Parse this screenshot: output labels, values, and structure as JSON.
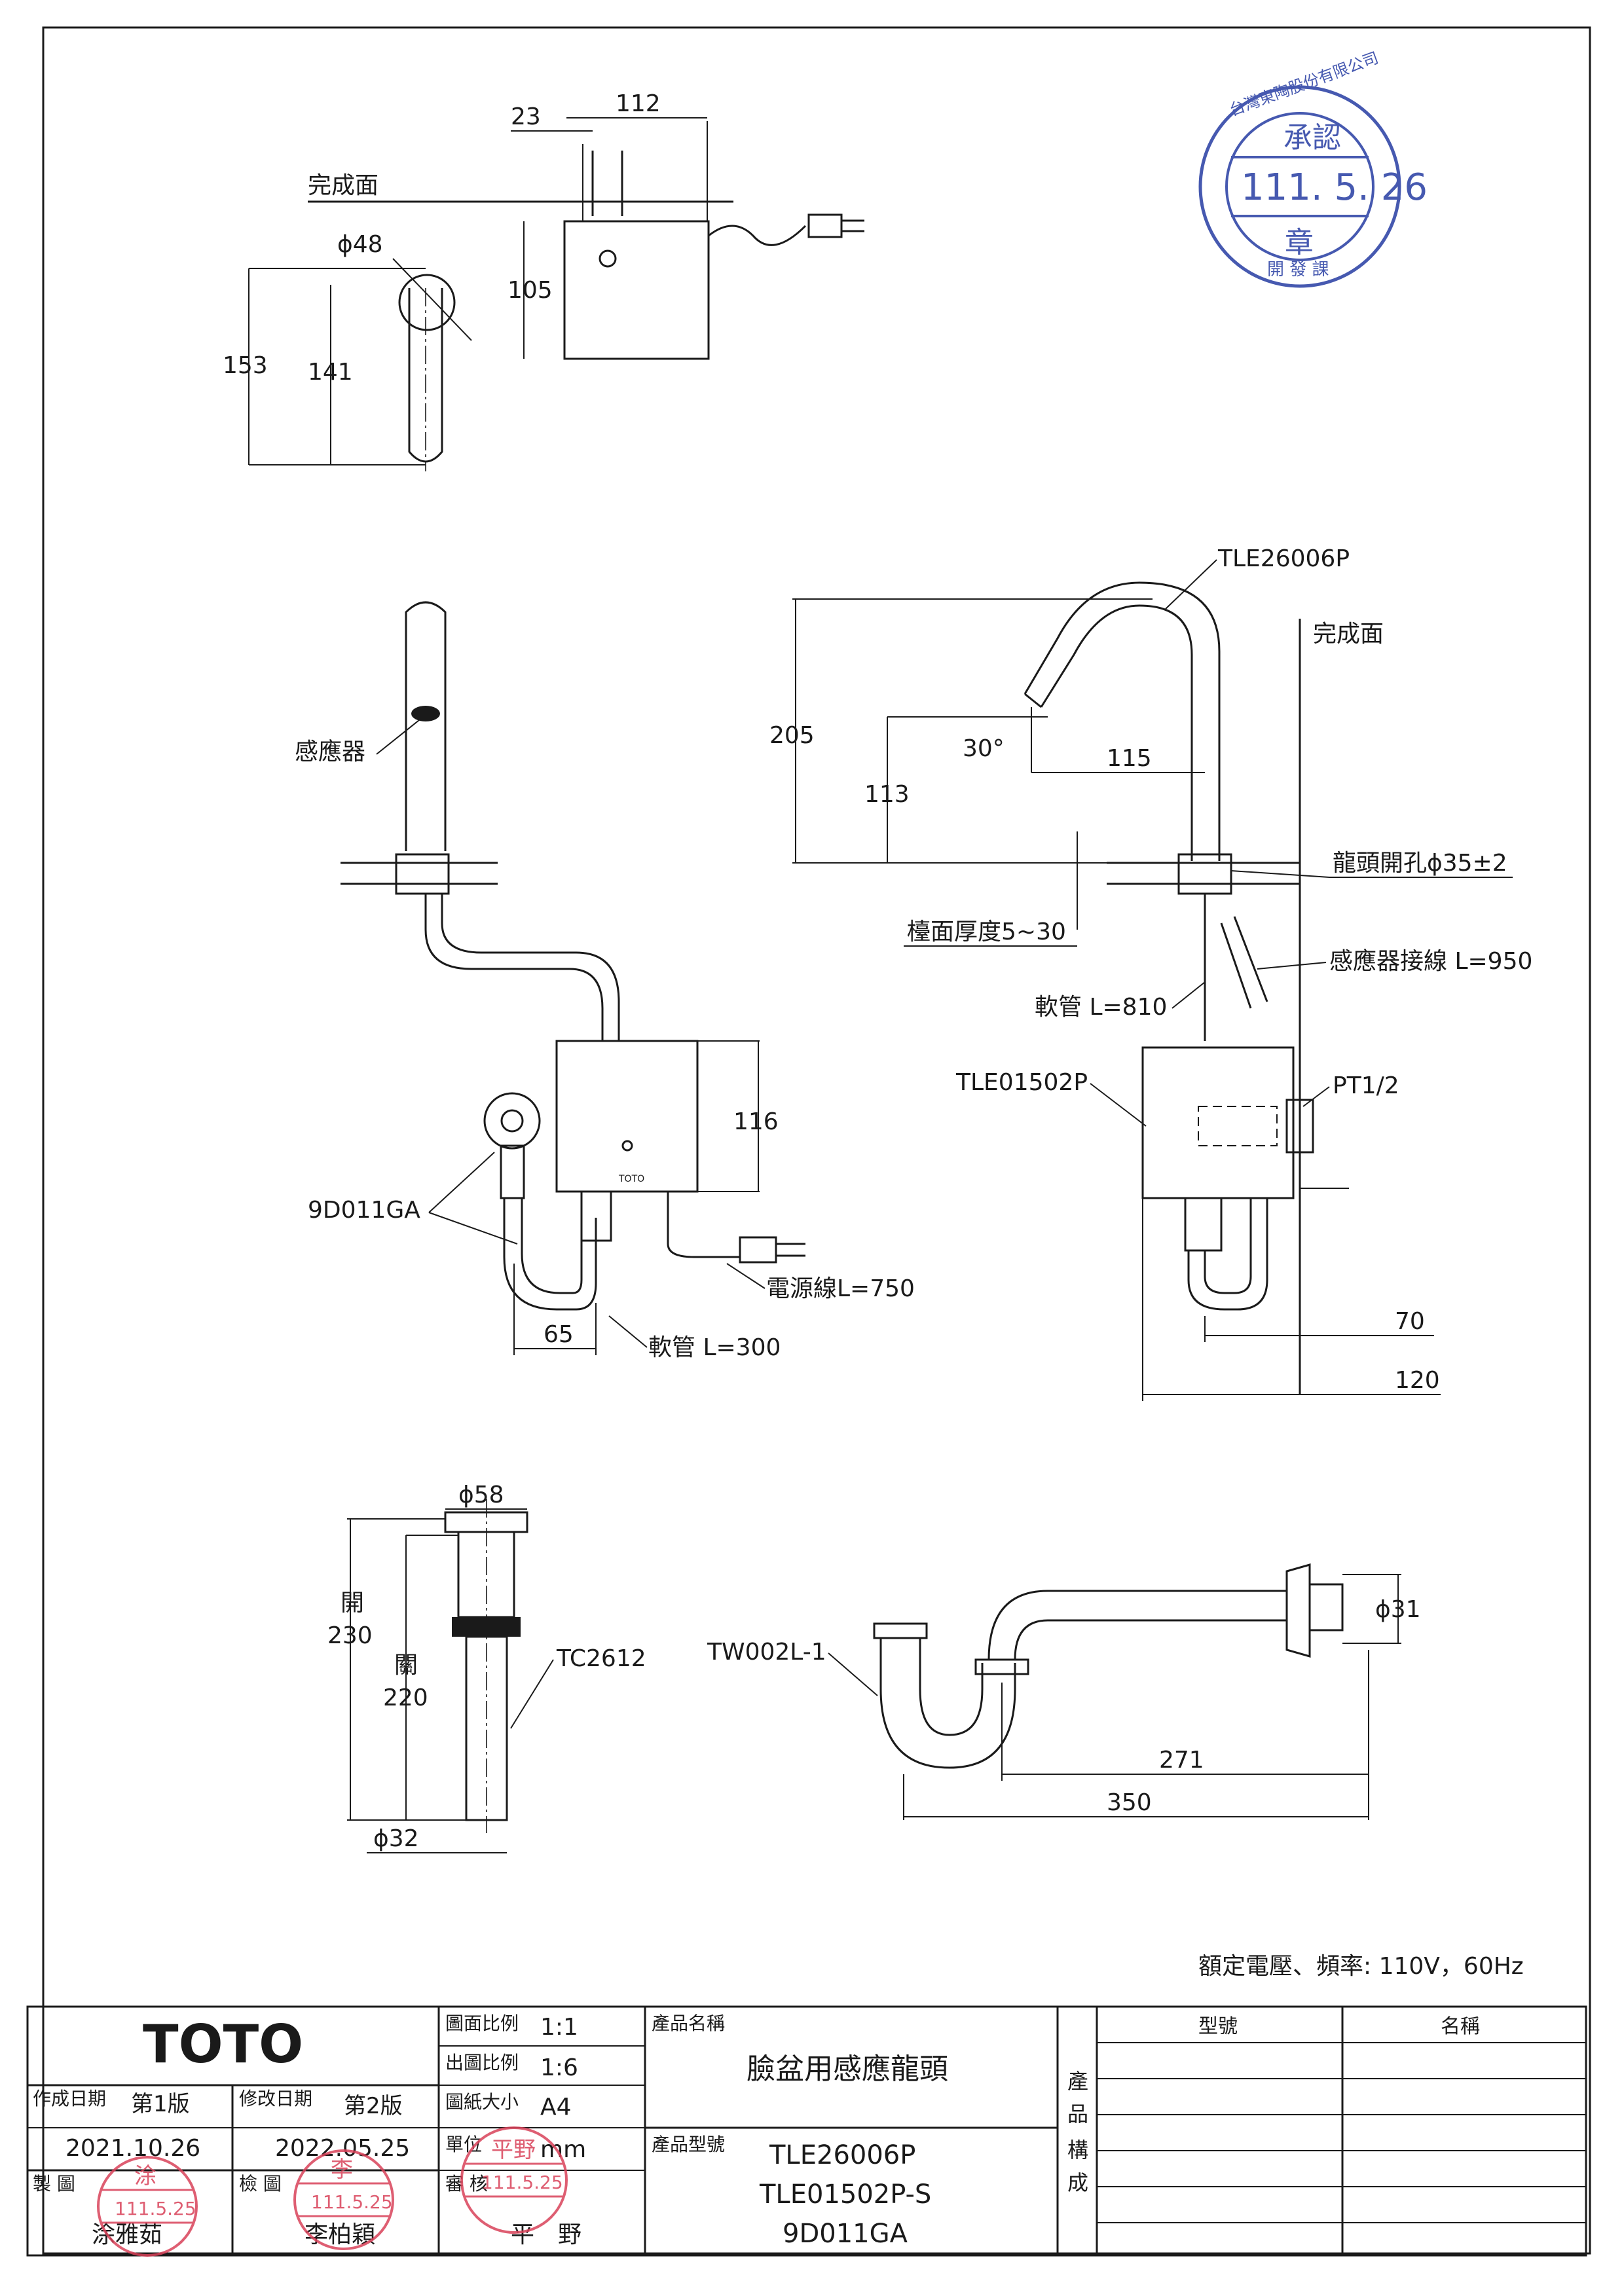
{
  "colors": {
    "ink": "#1a1a1a",
    "stamp_red": "#d9435a",
    "stamp_blue": "#3348a8"
  },
  "top_view": {
    "dim_23": "23",
    "dim_112": "112",
    "dim_105": "105",
    "dim_phi48": "ϕ48",
    "dim_153": "153",
    "dim_141": "141",
    "finish_surface": "完成面"
  },
  "front_view": {
    "sensor_label": "感應器",
    "dim_116": "116",
    "dim_65": "65",
    "part_9d011ga": "9D011GA",
    "power_cord": "電源線L=750",
    "hose_300": "軟管 L=300",
    "box_brand": "TOTO"
  },
  "side_view": {
    "part_tle26006p": "TLE26006P",
    "finish_surface": "完成面",
    "dim_205": "205",
    "dim_30deg": "30°",
    "dim_115": "115",
    "dim_113": "113",
    "hole": "龍頭開孔ϕ35±2",
    "counter_thickness": "檯面厚度5~30",
    "sensor_cable": "感應器接線 L=950",
    "hose_810": "軟管 L=810",
    "part_tle01502p": "TLE01502P",
    "pt": "PT1/2",
    "dim_70": "70",
    "dim_120": "120"
  },
  "drain": {
    "dim_phi58": "ϕ58",
    "open_label": "開",
    "dim_230": "230",
    "close_label": "關",
    "dim_220": "220",
    "part_tc2612": "TC2612",
    "dim_phi32": "ϕ32"
  },
  "trap": {
    "part_tw002l": "TW002L-1",
    "dim_phi31": "ϕ31",
    "dim_271": "271",
    "dim_350": "350"
  },
  "rating": "額定電壓、頻率: 110V，60Hz",
  "title_block": {
    "brand": "TOTO",
    "scale_label": "圖面比例",
    "scale_value": "1:1",
    "print_scale_label": "出圖比例",
    "print_scale_value": "1:6",
    "paper_label": "圖紙大小",
    "paper_value": "A4",
    "unit_label": "單位",
    "unit_value": "mm",
    "review_label": "審 核",
    "reviewer": "平　野",
    "created_label": "作成日期",
    "created_version": "第1版",
    "created_date": "2021.10.26",
    "revised_label": "修改日期",
    "revised_version": "第2版",
    "revised_date": "2022.05.25",
    "drawn_label": "製 圖",
    "drawn_by": "涂雅茹",
    "checked_label": "檢 圖",
    "checked_by": "李柏穎",
    "product_name_label": "產品名稱",
    "product_name": "臉盆用感應龍頭",
    "product_model_label": "產品型號",
    "models": [
      "TLE26006P",
      "TLE01502P-S",
      "9D011GA"
    ],
    "composition_label": [
      "產",
      "品",
      "構",
      "成"
    ],
    "col_model": "型號",
    "col_name": "名稱"
  },
  "stamps": {
    "approval_top": "承認",
    "approval_date": "111. 5. 26",
    "approval_seal": "章",
    "approval_ring": "台灣東陶股份有限公司",
    "approval_dept": "開 發 課",
    "drawn_date": "111.5.25",
    "checked_date": "111.5.25",
    "review_date": "111.5.25",
    "drawn_char": "涂",
    "checked_char": "李",
    "review_char": "平野"
  }
}
